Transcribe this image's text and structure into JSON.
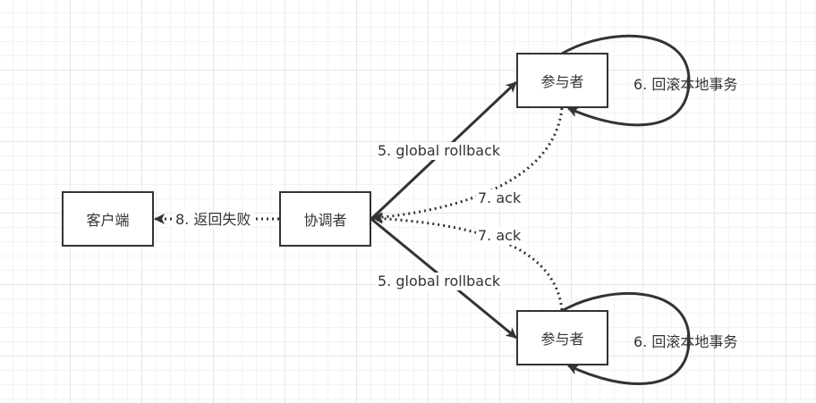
{
  "diagram": {
    "nodes": {
      "client": "客户端",
      "coordinator": "协调者",
      "participant_top": "参与者",
      "participant_bottom": "参与者"
    },
    "labels": {
      "rollback_top": "5. global  rollback",
      "rollback_bottom": "5. global  rollback",
      "local_rollback_top": "6. 回滚本地事务",
      "local_rollback_bottom": "6. 回滚本地事务",
      "ack_top": "7. ack",
      "ack_bottom": "7. ack",
      "return_failure": "8. 返回失败"
    },
    "colors": {
      "stroke": "#333333",
      "background": "#ffffff",
      "grid": "#e6e6e6"
    }
  }
}
